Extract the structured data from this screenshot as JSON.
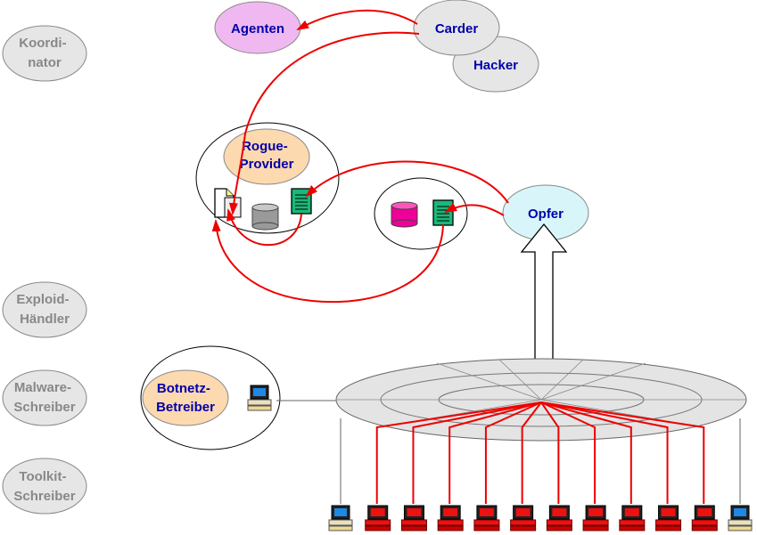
{
  "roles": {
    "koordinator": [
      "Koordi-",
      "nator"
    ],
    "exploid_haendler": [
      "Exploid-",
      "Händler"
    ],
    "malware_schreiber": [
      "Malware-",
      "Schreiber"
    ],
    "toolkit_schreiber": [
      "Toolkit-",
      "Schreiber"
    ]
  },
  "actors": {
    "agenten": "Agenten",
    "carder": "Carder",
    "hacker": "Hacker",
    "rogue_provider": [
      "Rogue-",
      "Provider"
    ],
    "opfer": "Opfer",
    "botnetz_betreiber": [
      "Botnetz-",
      "Betreiber"
    ]
  },
  "botnet": {
    "infected_count": 10,
    "clean_count": 2
  },
  "colors": {
    "agenten_fill": "#f0b8f0",
    "opfer_fill": "#d8f6fa",
    "operator_fill": "#fdd9b0",
    "role_fill": "#e6e6e6",
    "link_red": "#ee0000",
    "label_blue": "#0000aa",
    "role_text": "#888888"
  }
}
